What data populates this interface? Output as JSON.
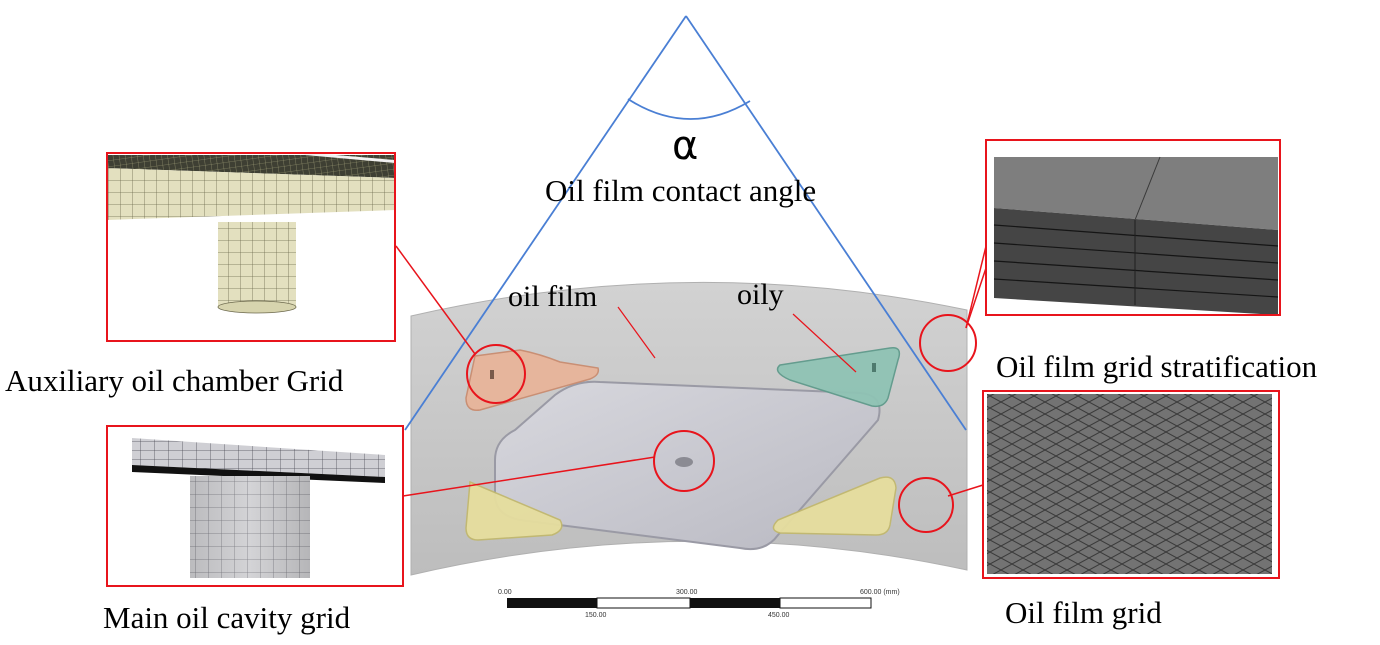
{
  "labels": {
    "alpha": "α",
    "contact_angle": "Oil film contact angle",
    "oil_film": "oil film",
    "oily": "oily",
    "aux_chamber_grid": "Auxiliary oil chamber Grid",
    "main_cavity_grid": "Main oil cavity grid",
    "stratification": "Oil film grid stratification",
    "oil_film_grid": "Oil film grid"
  },
  "scale_bar": {
    "top_ticks": [
      "0.00",
      "300.00",
      "600.00 (mm)"
    ],
    "bottom_ticks": [
      "150.00",
      "450.00"
    ]
  },
  "colors": {
    "cone_lines": "#4a7fd4",
    "callout_red": "#e8141c",
    "pad_orange": "#e8b49a",
    "pad_green": "#8fc3b4",
    "pad_yellow": "#e6de9e",
    "film_gray": "#c9c9c9",
    "mesh_olive": "#e3e0bf"
  }
}
